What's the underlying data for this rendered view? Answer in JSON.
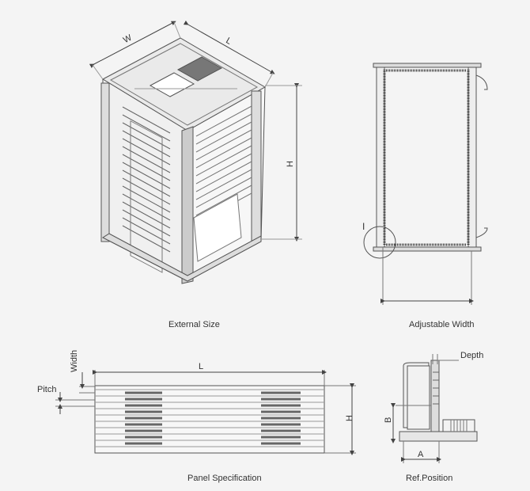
{
  "external_size": {
    "caption": "External Size",
    "dim_w": "W",
    "dim_l": "L",
    "dim_h": "H"
  },
  "adjustable_width": {
    "caption": "Adjustable Width",
    "marker": "I"
  },
  "panel_spec": {
    "caption": "Panel Specification",
    "dim_width": "Width",
    "dim_l": "L",
    "dim_pitch": "Pitch",
    "dim_h": "H"
  },
  "ref_position": {
    "caption": "Ref.Position",
    "dim_depth": "Depth",
    "dim_b": "B",
    "dim_a": "A"
  },
  "colors": {
    "background": "#f4f4f4",
    "line": "#555555",
    "dark": "#333333"
  }
}
